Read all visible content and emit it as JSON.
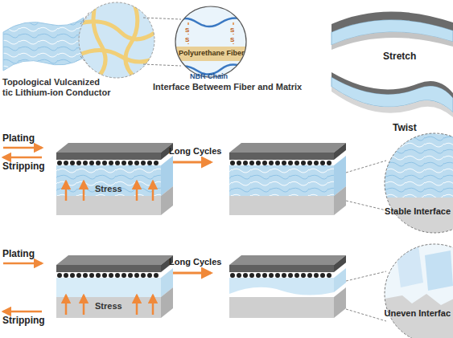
{
  "diagram": {
    "labels": [
      "Topological Vulcanized",
      "tic Lithium-ion Conductor",
      "Interface Betweem Fiber and Matrix",
      "Polyurethane Fiber",
      "NBR Chain",
      "S",
      "S",
      "S",
      "S",
      "Stretch",
      "Twist",
      "Plating",
      "Stripping",
      "Stress",
      "Long Cycles",
      "Stable Interface",
      "Plating",
      "Stripping",
      "Stress",
      "Long Cycles",
      "Uneven Interfac"
    ]
  }
}
